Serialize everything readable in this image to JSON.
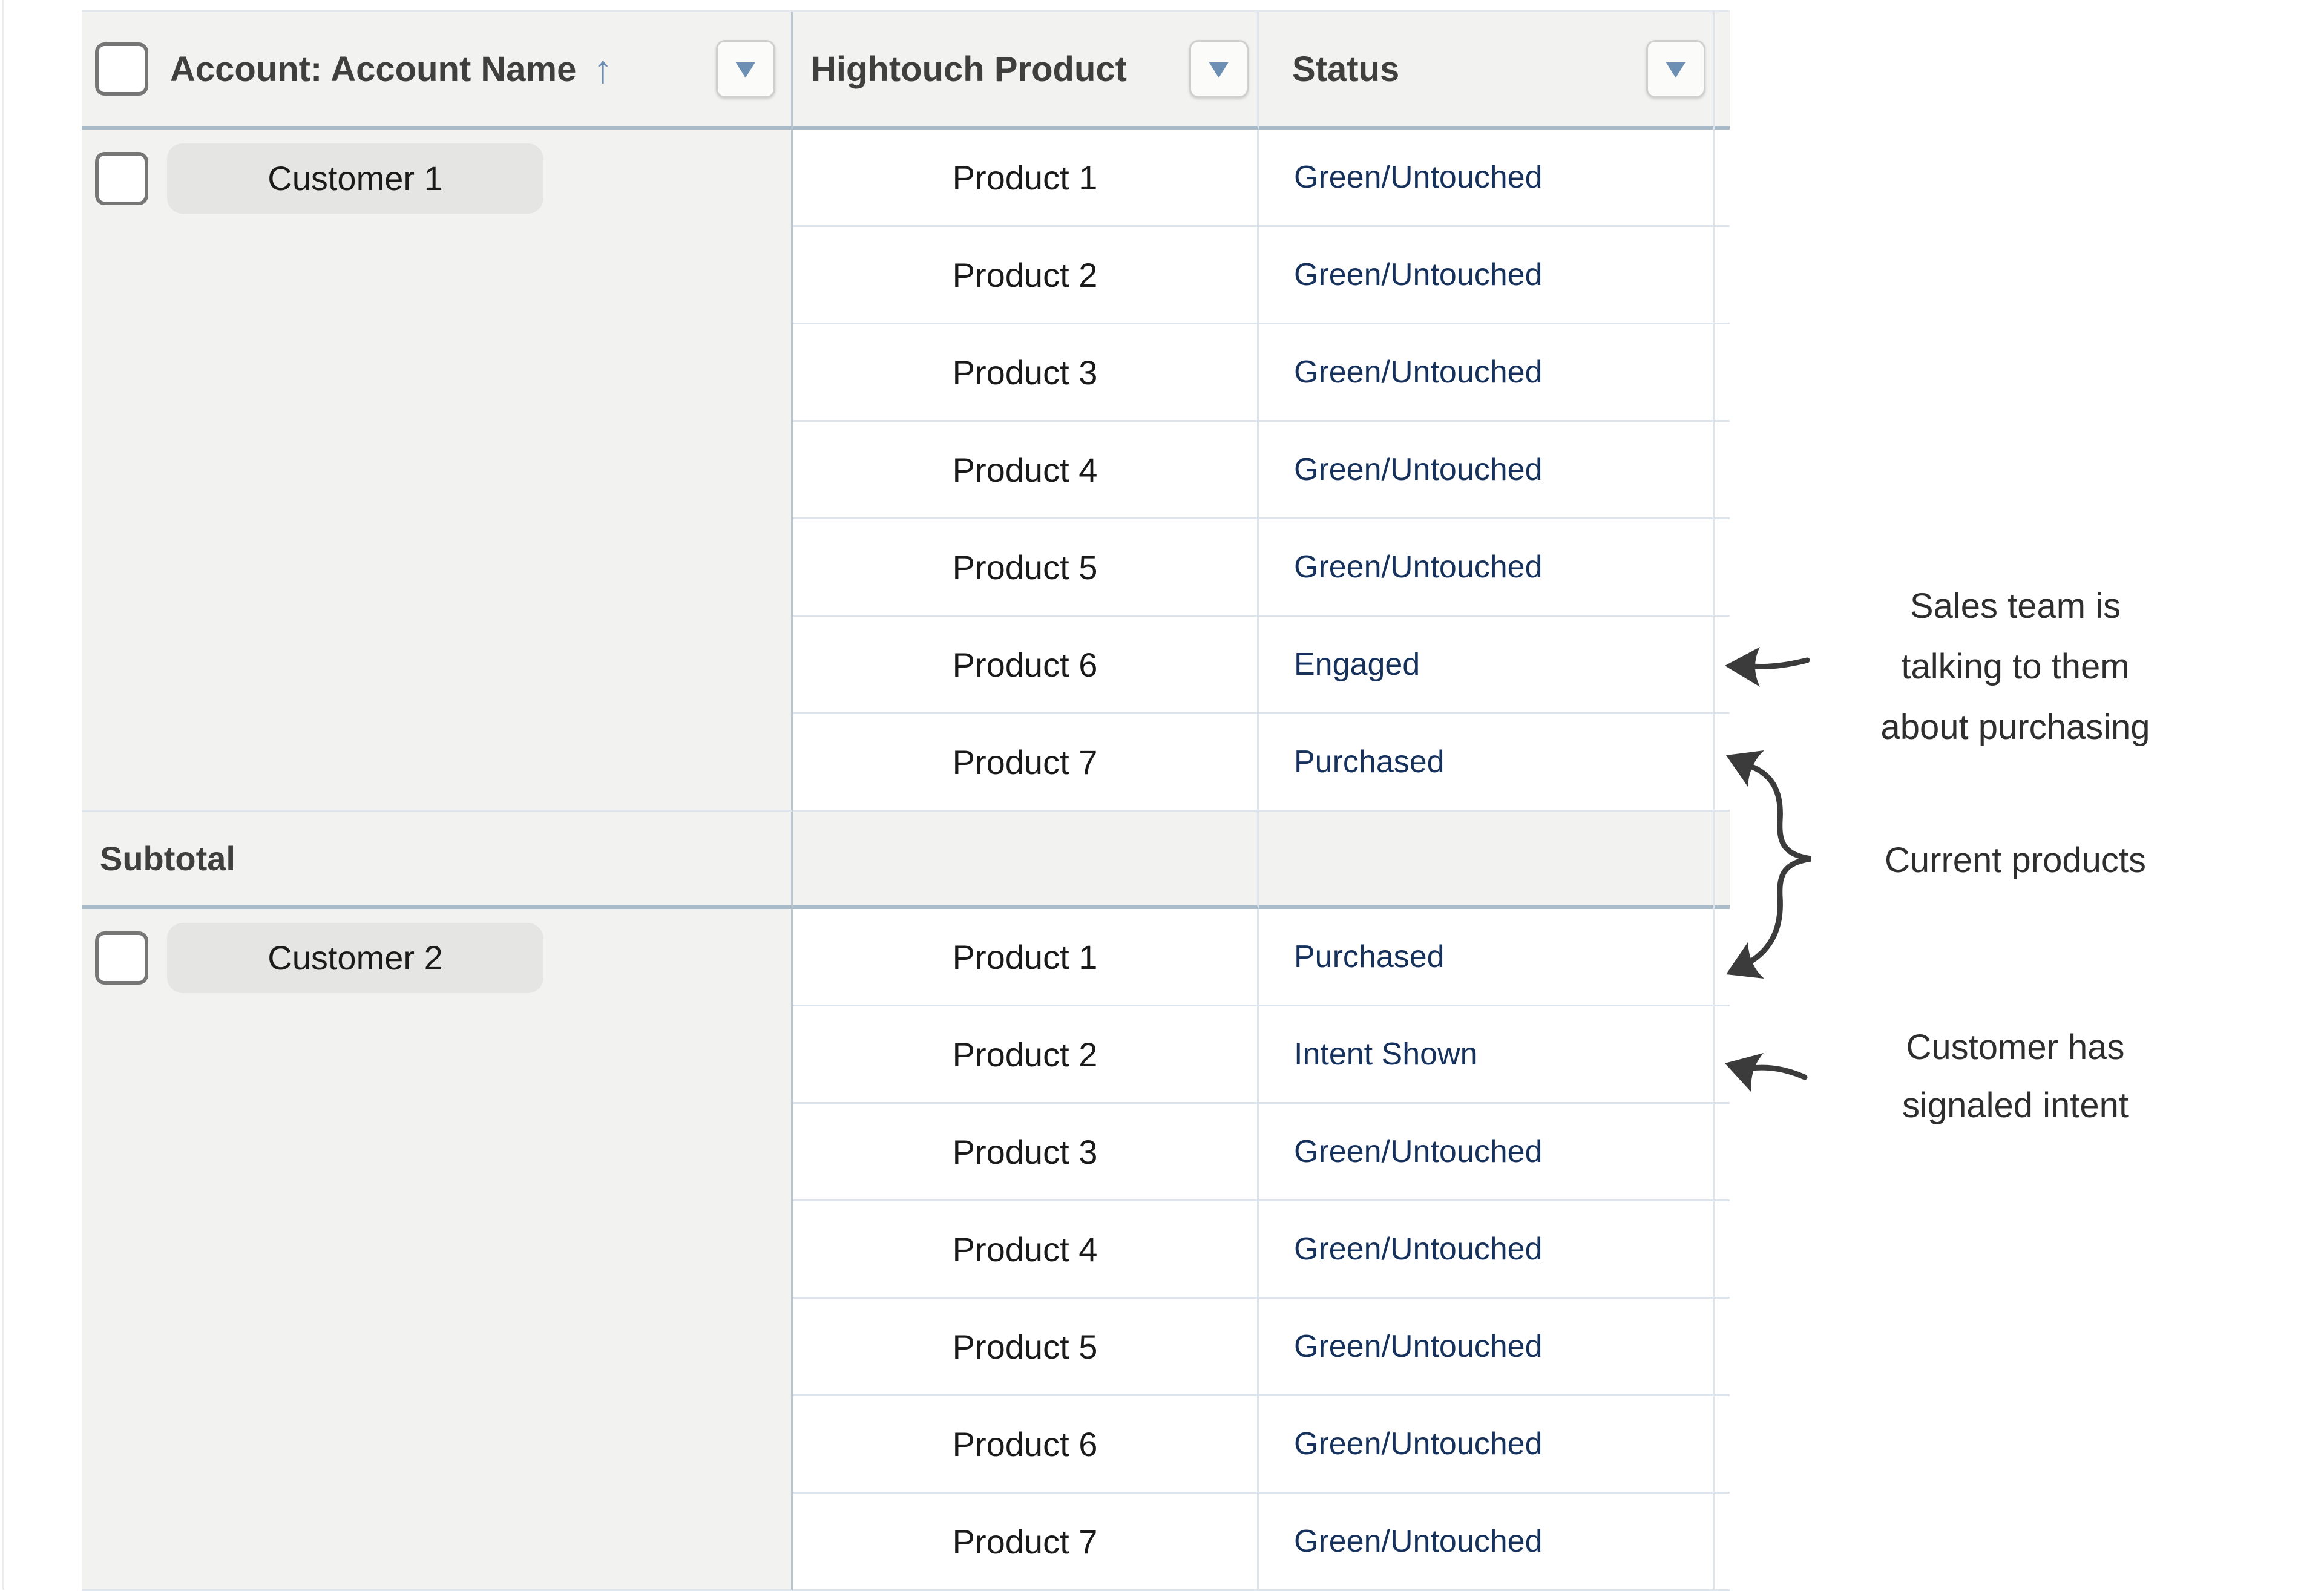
{
  "header": {
    "columns": [
      {
        "label": "Account: Account Name",
        "sorted": "ascending",
        "has_filter": true
      },
      {
        "label": "Hightouch Product",
        "has_filter": true
      },
      {
        "label": "Status",
        "has_filter": true
      }
    ],
    "sort_icon": "↑",
    "filter_icon": "▼"
  },
  "groups": [
    {
      "account": "Customer 1",
      "rows": [
        {
          "product": "Product 1",
          "status": "Green/Untouched"
        },
        {
          "product": "Product 2",
          "status": "Green/Untouched"
        },
        {
          "product": "Product 3",
          "status": "Green/Untouched"
        },
        {
          "product": "Product 4",
          "status": "Green/Untouched"
        },
        {
          "product": "Product 5",
          "status": "Green/Untouched"
        },
        {
          "product": "Product 6",
          "status": "Engaged"
        },
        {
          "product": "Product 7",
          "status": "Purchased"
        }
      ]
    },
    {
      "account": "Customer 2",
      "rows": [
        {
          "product": "Product 1",
          "status": "Purchased"
        },
        {
          "product": "Product 2",
          "status": "Intent Shown"
        },
        {
          "product": "Product 3",
          "status": "Green/Untouched"
        },
        {
          "product": "Product 4",
          "status": "Green/Untouched"
        },
        {
          "product": "Product 5",
          "status": "Green/Untouched"
        },
        {
          "product": "Product 6",
          "status": "Green/Untouched"
        },
        {
          "product": "Product 7",
          "status": "Green/Untouched"
        }
      ]
    }
  ],
  "subtotal_label": "Subtotal",
  "annotations": {
    "engaged": {
      "lines": [
        "Sales team is",
        "talking to them",
        "about purchasing"
      ],
      "points_to": "Engaged"
    },
    "current": {
      "lines": [
        "Current products"
      ],
      "points_to": "Purchased"
    },
    "intent": {
      "lines": [
        "Customer has",
        "signaled intent"
      ],
      "points_to": "Intent Shown"
    }
  },
  "colors": {
    "status_link": "#16325c",
    "steel_blue_accent": "#6d8fb4",
    "row_border": "#dde4eb",
    "group_border": "#a9bac8",
    "column1_bg": "#f2f2f1",
    "pill_bg": "#e5e5e3",
    "annotation_ink": "#3b3b3b"
  }
}
